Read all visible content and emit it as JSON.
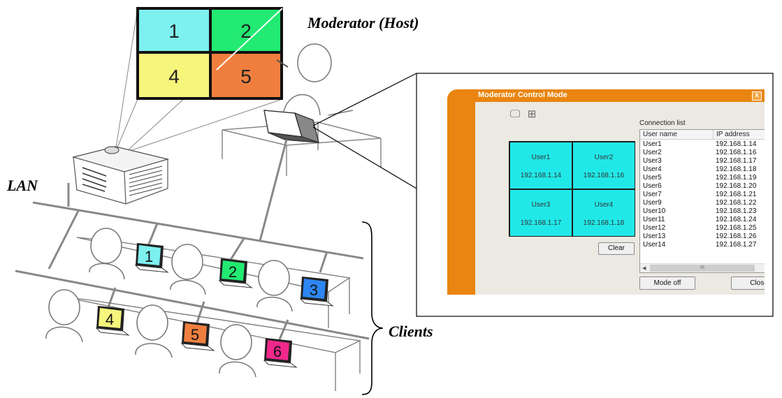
{
  "labels": {
    "moderator": "Moderator (Host)",
    "lan": "LAN",
    "clients": "Clients"
  },
  "screen_tiles": [
    {
      "number": "1",
      "color": "#7ef0f0"
    },
    {
      "number": "2",
      "color": "#22ea72"
    },
    {
      "number": "4",
      "color": "#f6f57c"
    },
    {
      "number": "5",
      "color": "#f07f3f"
    }
  ],
  "client_laptops": [
    {
      "number": "1",
      "color": "#7ef0f0"
    },
    {
      "number": "2",
      "color": "#22ea72"
    },
    {
      "number": "3",
      "color": "#2d86f2"
    },
    {
      "number": "4",
      "color": "#f6f57c"
    },
    {
      "number": "5",
      "color": "#f07f3f"
    },
    {
      "number": "6",
      "color": "#f0288c"
    }
  ],
  "dialog": {
    "title": "Moderator Control Mode",
    "close_x": "x",
    "connection_list_label": "Connection list",
    "columns": [
      "User name",
      "IP address"
    ],
    "tiles": [
      {
        "user": "User1",
        "ip": "192.168.1.14"
      },
      {
        "user": "User2",
        "ip": "192.168.1.16"
      },
      {
        "user": "User3",
        "ip": "192.168.1.17"
      },
      {
        "user": "User4",
        "ip": "192.168.1.18"
      }
    ],
    "rows": [
      {
        "user": "User1",
        "ip": "192.168.1.14"
      },
      {
        "user": "User2",
        "ip": "192.168.1.16"
      },
      {
        "user": "User3",
        "ip": "192.168.1.17"
      },
      {
        "user": "User4",
        "ip": "192.168.1.18"
      },
      {
        "user": "User5",
        "ip": "192.168.1.19"
      },
      {
        "user": "User6",
        "ip": "192.168.1.20"
      },
      {
        "user": "User7",
        "ip": "192.168.1.21"
      },
      {
        "user": "User9",
        "ip": "192.168.1.22"
      },
      {
        "user": "User10",
        "ip": "192.168.1.23"
      },
      {
        "user": "User11",
        "ip": "192.168.1.24"
      },
      {
        "user": "User12",
        "ip": "192.168.1.25"
      },
      {
        "user": "User13",
        "ip": "192.168.1.26"
      },
      {
        "user": "User14",
        "ip": "192.168.1.27"
      }
    ],
    "clear_label": "Clear",
    "mode_off_label": "Mode off",
    "close_label": "Close",
    "scrollbar_grip": "III"
  },
  "colors": {
    "dialog_frame": "#e98510",
    "tile": "#21e8e8"
  }
}
